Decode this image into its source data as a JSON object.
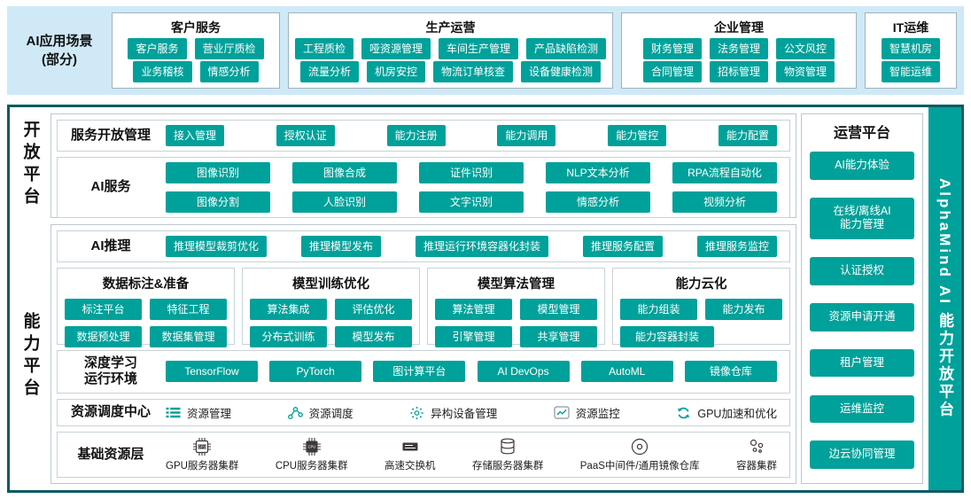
{
  "colors": {
    "accent_teal": "#00a19a",
    "band_blue": "#cfe9f7",
    "frame_dark": "#0a5a63"
  },
  "scenarios": {
    "label": "AI应用场景\n(部分)",
    "groups": [
      {
        "title": "客户服务",
        "rows": [
          [
            "客户服务",
            "营业厅质检"
          ],
          [
            "业务稽核",
            "情感分析"
          ]
        ]
      },
      {
        "title": "生产运营",
        "rows": [
          [
            "工程质检",
            "哑资源管理",
            "车间生产管理",
            "产品缺陷检测"
          ],
          [
            "流量分析",
            "机房安控",
            "物流订单核查",
            "设备健康检测"
          ]
        ]
      },
      {
        "title": "企业管理",
        "rows": [
          [
            "财务管理",
            "法务管理",
            "公文风控"
          ],
          [
            "合同管理",
            "招标管理",
            "物资管理"
          ]
        ]
      },
      {
        "title": "IT运维",
        "rows": [
          [
            "智慧机房"
          ],
          [
            "智能运维"
          ]
        ]
      }
    ]
  },
  "open_platform": {
    "side_label": "开放平台",
    "service_open_mgmt": {
      "title": "服务开放管理",
      "items": [
        "接入管理",
        "授权认证",
        "能力注册",
        "能力调用",
        "能力管控",
        "能力配置"
      ]
    },
    "ai_services": {
      "title": "AI服务",
      "rows": [
        [
          "图像识别",
          "图像合成",
          "证件识别",
          "NLP文本分析",
          "RPA流程自动化"
        ],
        [
          "图像分割",
          "人脸识别",
          "文字识别",
          "情感分析",
          "视频分析"
        ]
      ]
    }
  },
  "capability_platform": {
    "side_label": "能力平台",
    "ai_inference": {
      "title": "AI推理",
      "items": [
        "推理模型裁剪优化",
        "推理模型发布",
        "推理运行环境容器化封装",
        "推理服务配置",
        "推理服务监控"
      ]
    },
    "blocks": [
      {
        "title": "数据标注&准备",
        "rows": [
          [
            "标注平台",
            "特征工程"
          ],
          [
            "数据预处理",
            "数据集管理"
          ]
        ]
      },
      {
        "title": "模型训练优化",
        "rows": [
          [
            "算法集成",
            "评估优化"
          ],
          [
            "分布式训练",
            "模型发布"
          ]
        ]
      },
      {
        "title": "模型算法管理",
        "rows": [
          [
            "算法管理",
            "模型管理"
          ],
          [
            "引擎管理",
            "共享管理"
          ]
        ]
      },
      {
        "title": "能力云化",
        "rows": [
          [
            "能力组装",
            "能力发布"
          ],
          [
            "能力容器封装"
          ]
        ]
      }
    ],
    "dl_runtime": {
      "title": "深度学习\n运行环境",
      "items": [
        "TensorFlow",
        "PyTorch",
        "图计算平台",
        "AI DevOps",
        "AutoML",
        "镜像仓库"
      ]
    },
    "scheduling": {
      "title": "资源调度中心",
      "items": [
        {
          "icon": "list-icon",
          "label": "资源管理"
        },
        {
          "icon": "share-icon",
          "label": "资源调度"
        },
        {
          "icon": "hetero-device-icon",
          "label": "异构设备管理"
        },
        {
          "icon": "monitor-chart-icon",
          "label": "资源监控"
        },
        {
          "icon": "gpu-accel-icon",
          "label": "GPU加速和优化"
        }
      ]
    },
    "infrastructure": {
      "title": "基础资源层",
      "items": [
        {
          "icon": "gpu-chip-icon",
          "label": "GPU服务器集群"
        },
        {
          "icon": "cpu-chip-icon",
          "label": "CPU服务器集群"
        },
        {
          "icon": "switch-icon",
          "label": "高速交换机"
        },
        {
          "icon": "storage-icon",
          "label": "存储服务器集群"
        },
        {
          "icon": "paas-disc-icon",
          "label": "PaaS中间件/通用镜像仓库"
        },
        {
          "icon": "container-cluster-icon",
          "label": "容器集群"
        }
      ]
    }
  },
  "ops_platform": {
    "title": "运营平台",
    "items": [
      "AI能力体验",
      "在线/离线AI\n能力管理",
      "认证授权",
      "资源申请开通",
      "租户管理",
      "运维监控",
      "边云协同管理"
    ]
  },
  "brand": {
    "title": "AlphaMind AI 能力开放平台"
  }
}
